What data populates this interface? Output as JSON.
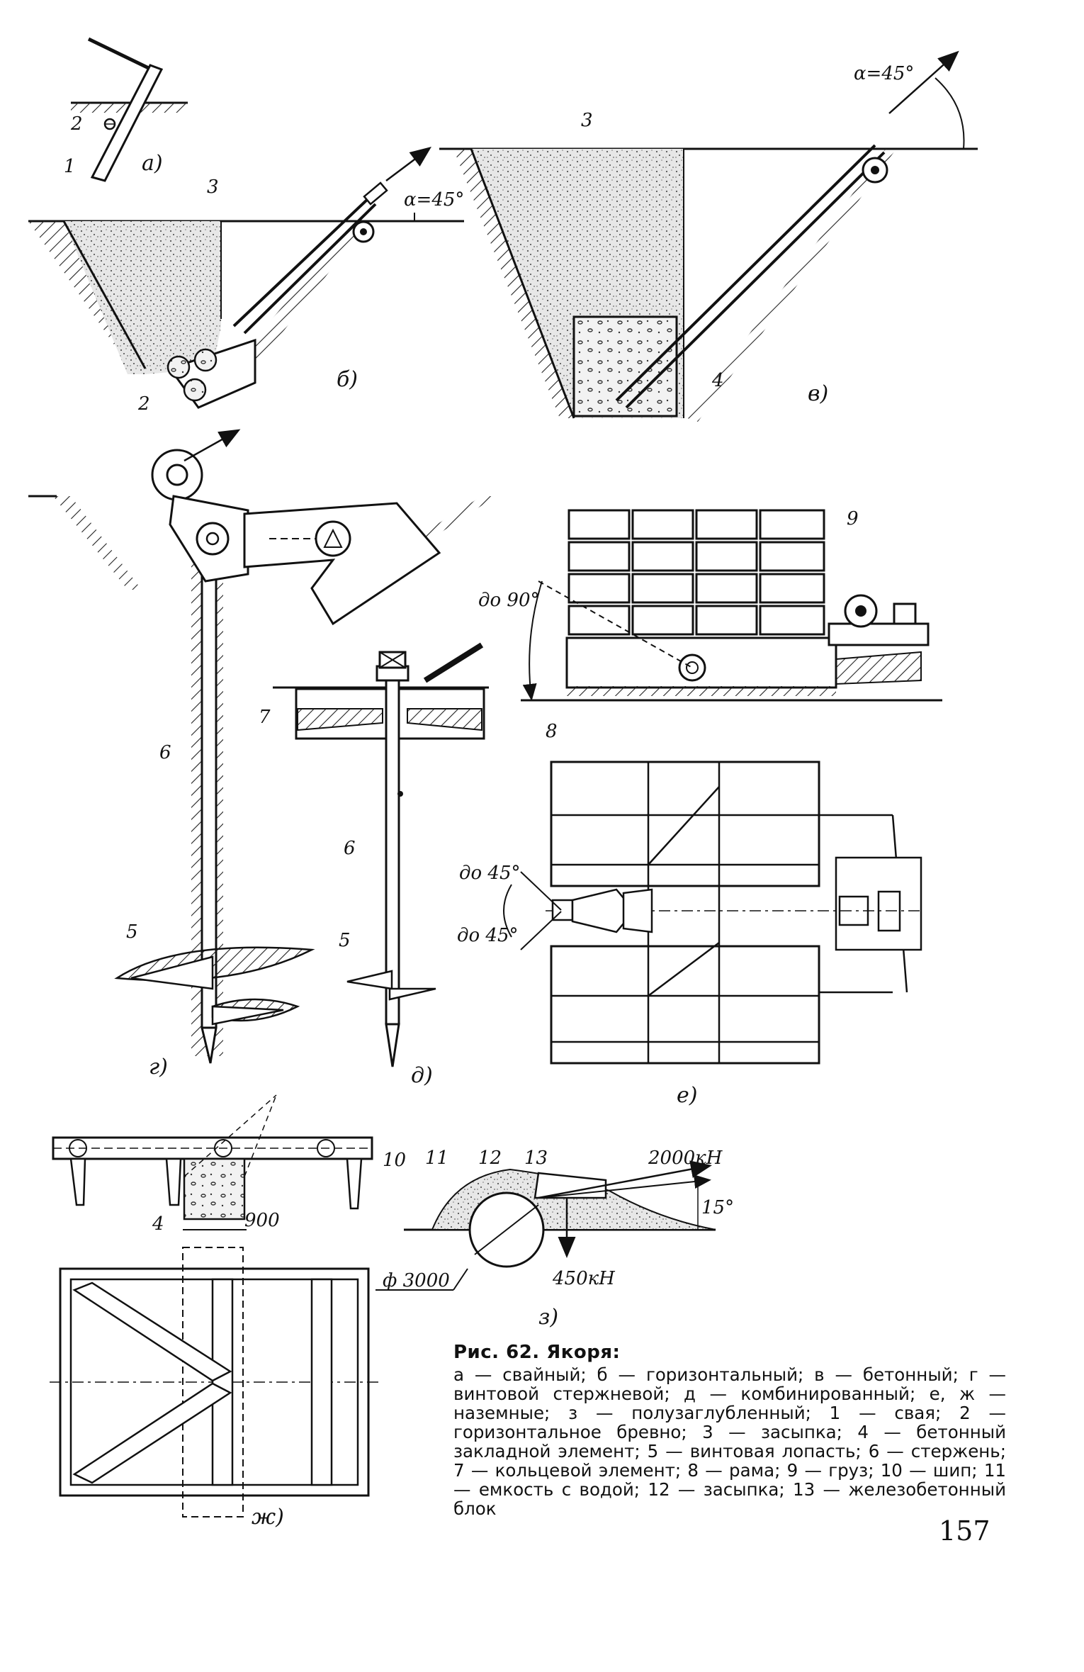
{
  "figure": {
    "caption_title": "Рис. 62. Якоря:",
    "caption_text": "а — свайный; б — горизонтальный; в — бетонный; г — винтовой стержневой; д — комбинированный; е, ж — наземные; з — полузаглубленный; 1 — свая; 2 — горизонтальное бревно; 3 — засыпка; 4 — бетонный закладной элемент; 5 — винтовая лопасть; 6 — стержень; 7 — кольцевой элемент; 8 — рама; 9 — груз; 10 — шип; 11 — емкость с водой; 12 — засыпка; 13 — железобетонный блок",
    "page_number": "157"
  },
  "panels": {
    "a": "а)",
    "b": "б)",
    "v": "в)",
    "g": "г)",
    "d": "д)",
    "e": "е)",
    "zh": "ж)",
    "z": "з)"
  },
  "labels": {
    "n1": "1",
    "n2": "2",
    "n3": "3",
    "n4": "4",
    "n5": "5",
    "n6": "6",
    "n7": "7",
    "n8": "8",
    "n9": "9",
    "n10": "10",
    "n11": "11",
    "n12": "12",
    "n13": "13"
  },
  "annotations": {
    "alpha_b": "α=45°",
    "alpha_v": "α=45°",
    "do90": "до 90°",
    "do45_top": "до 45°",
    "do45_bottom": "до 45°",
    "force_2000": "2000кН",
    "force_450": "450кН",
    "angle_15": "15°",
    "dim_900": "900",
    "dim_3000": "ф 3000"
  }
}
